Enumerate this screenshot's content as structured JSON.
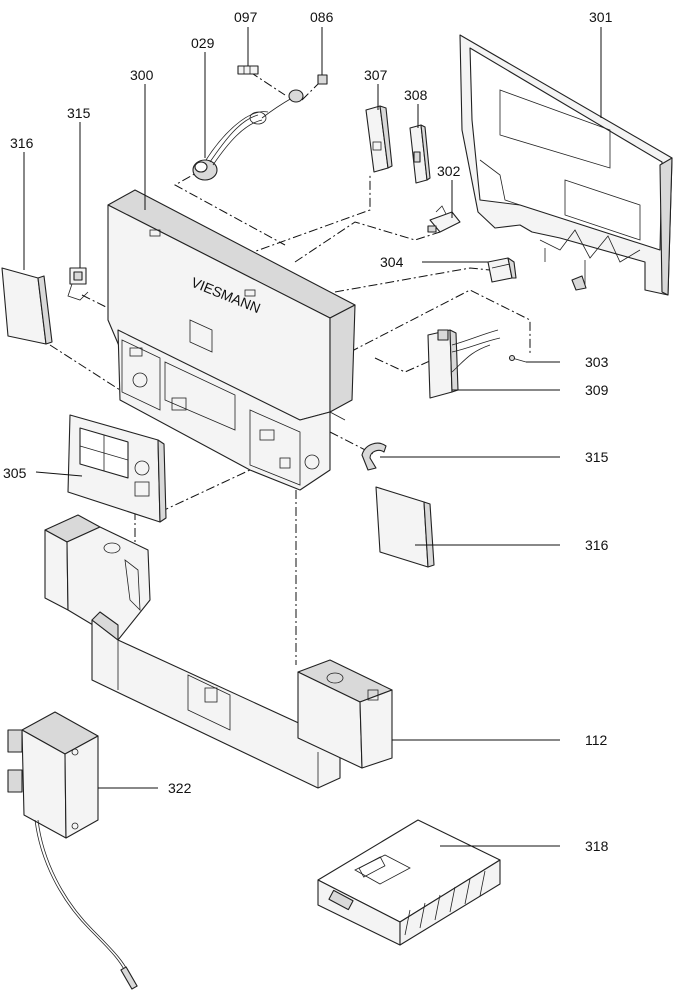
{
  "labels": {
    "p097": "097",
    "p086": "086",
    "p029": "029",
    "p301": "301",
    "p300": "300",
    "p307": "307",
    "p308": "308",
    "p315a": "315",
    "p316a": "316",
    "p302": "302",
    "p304": "304",
    "p303": "303",
    "p309": "309",
    "p305": "305",
    "p315b": "315",
    "p316b": "316",
    "p112": "112",
    "p322": "322",
    "p318": "318"
  },
  "brand_mark": "VIESMANN"
}
